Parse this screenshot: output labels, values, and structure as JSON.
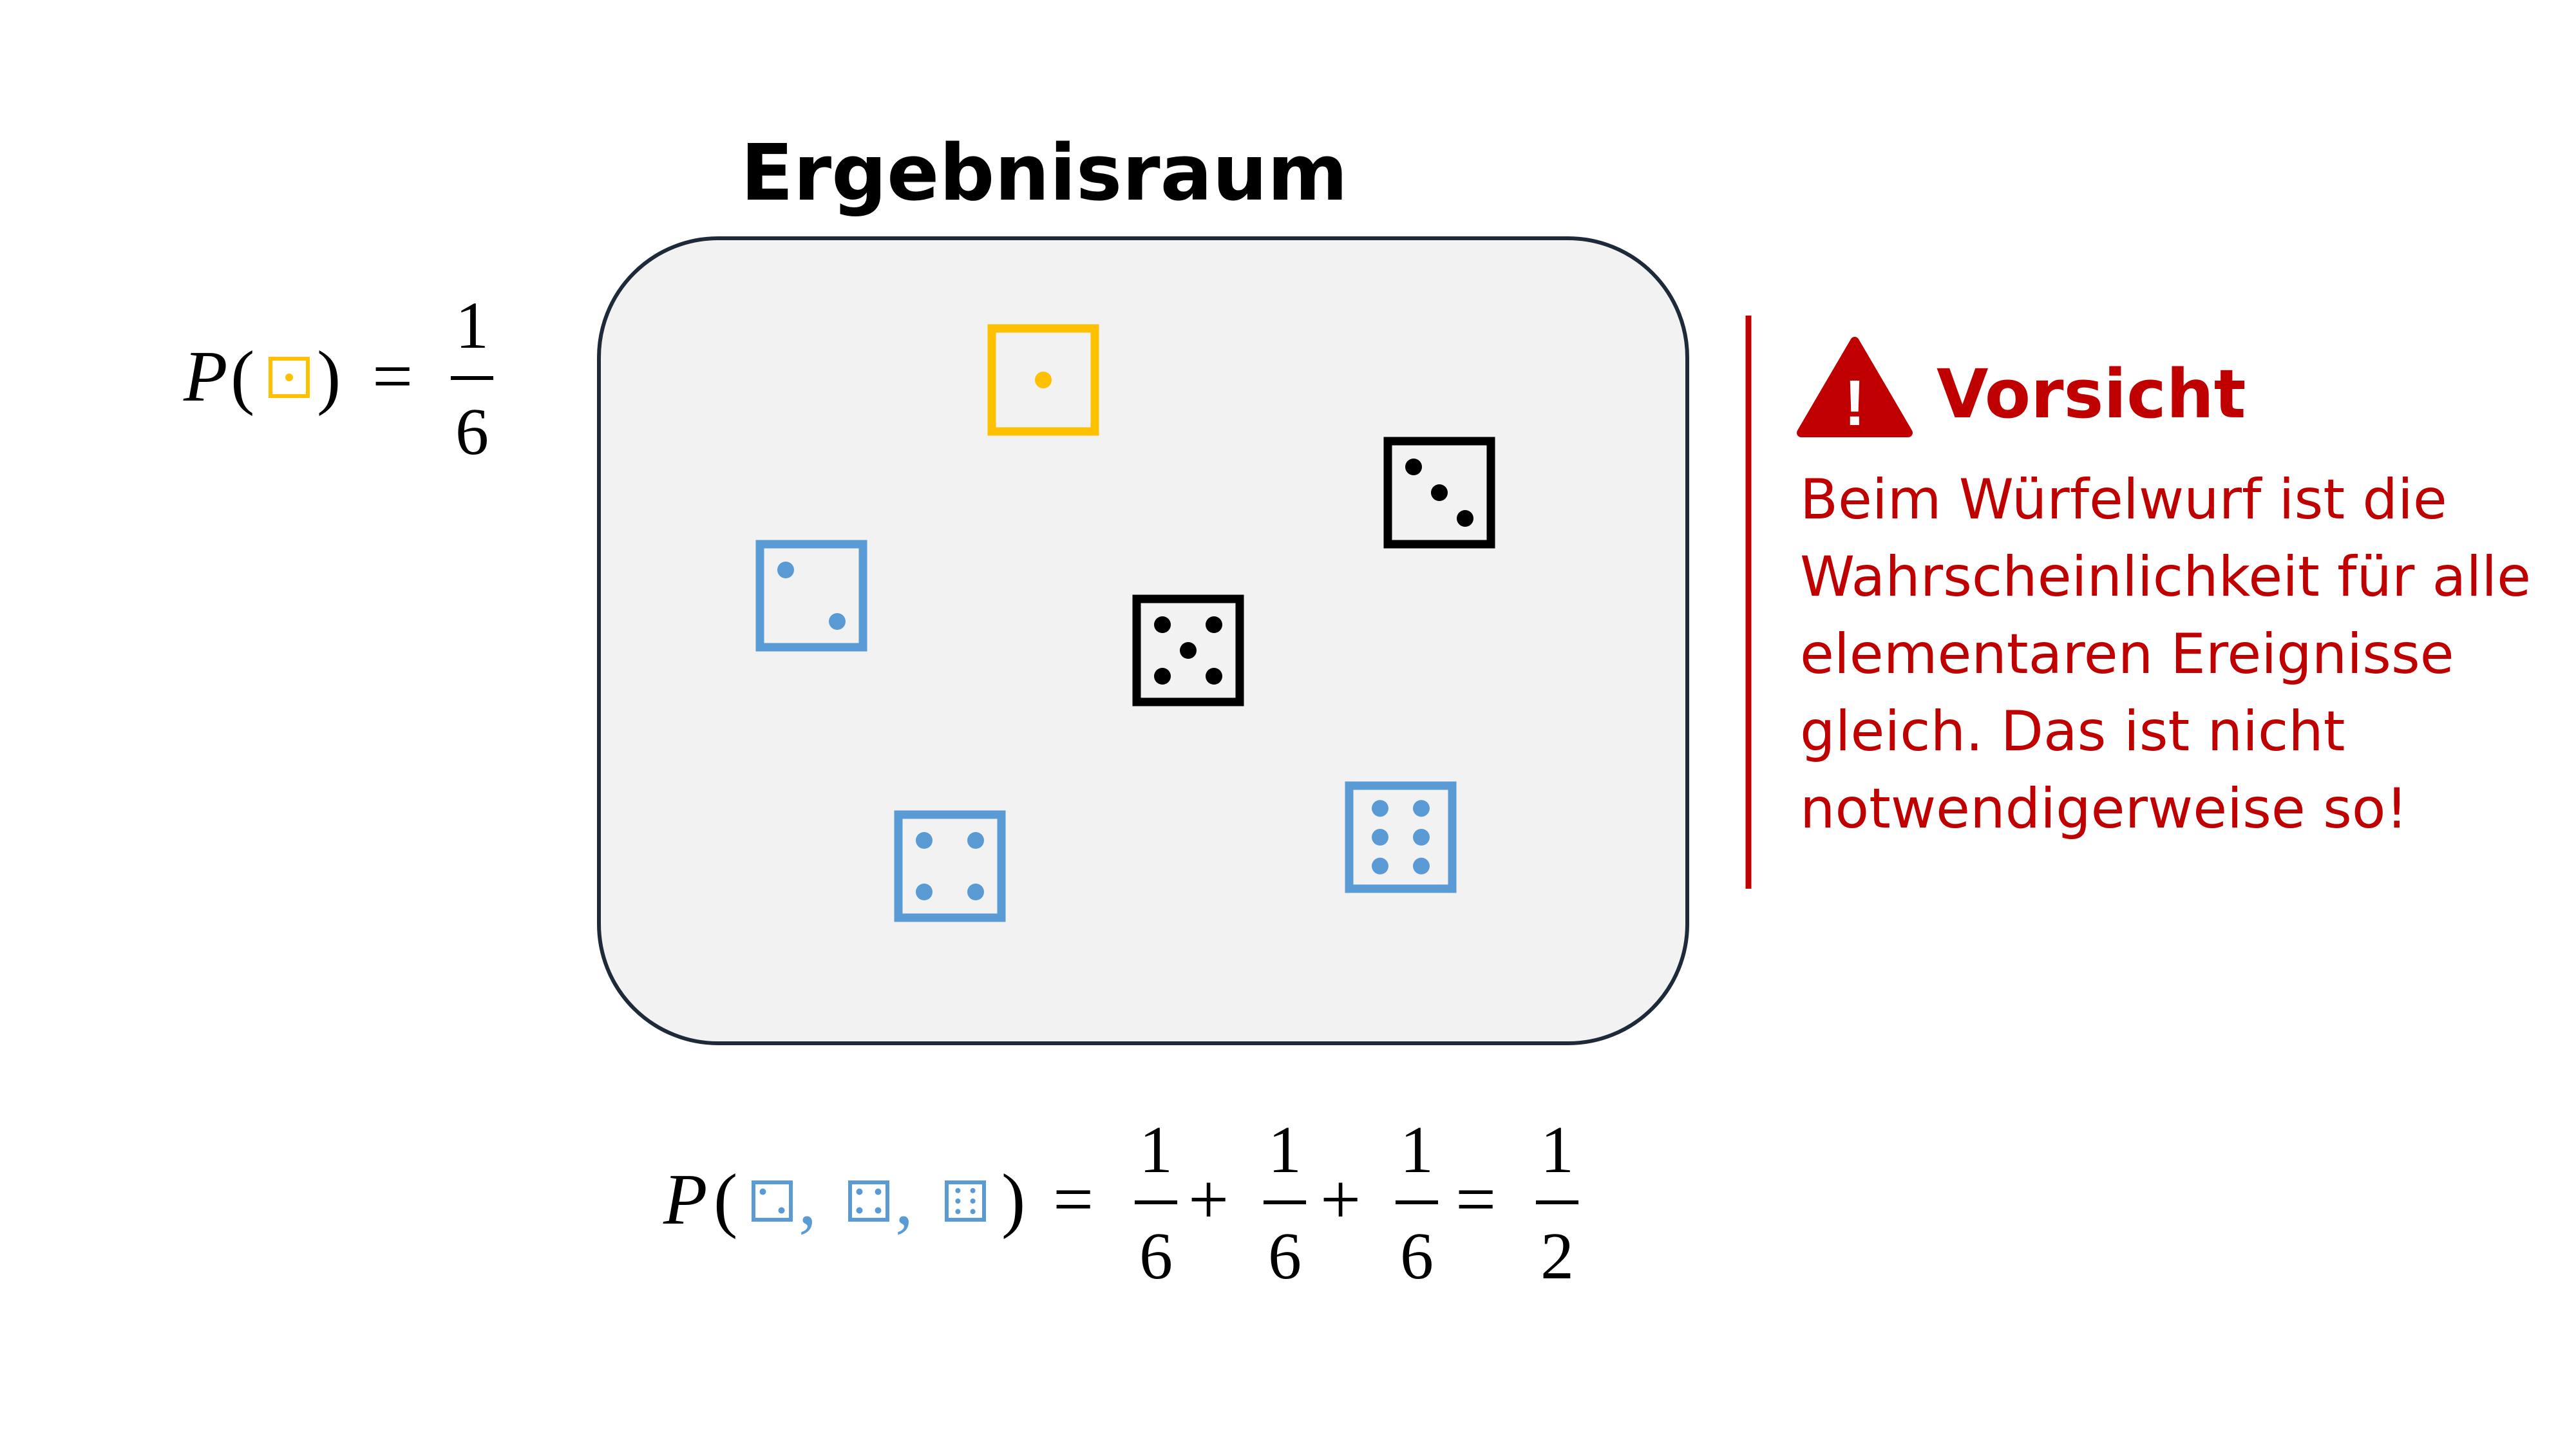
{
  "title": "Ergebnisraum",
  "colors": {
    "yellow": "#FFC000",
    "blue": "#5B9BD5",
    "black": "#000000",
    "red": "#C00000",
    "box_fill": "#F2F2F2",
    "box_stroke": "#1E2A3A"
  },
  "sample_space": {
    "dice": [
      {
        "pips": 1,
        "color": "yellow"
      },
      {
        "pips": 3,
        "color": "black"
      },
      {
        "pips": 2,
        "color": "blue"
      },
      {
        "pips": 5,
        "color": "black"
      },
      {
        "pips": 4,
        "color": "blue"
      },
      {
        "pips": 6,
        "color": "blue"
      }
    ]
  },
  "formula_single": {
    "p": "P",
    "open": "(",
    "close": ")",
    "eq": "=",
    "num": "1",
    "den": "6"
  },
  "formula_sum": {
    "p": "P",
    "open": "(",
    "comma": ",",
    "close": ")",
    "eq": "=",
    "plus": "+",
    "num": "1",
    "den": "6",
    "result_num": "1",
    "result_den": "2"
  },
  "warning": {
    "icon": "warning-triangle-icon",
    "mark": "!",
    "title": "Vorsicht",
    "lines": [
      "Beim Würfelwurf ist die",
      "Wahrscheinlichkeit für alle",
      "elementaren Ereignisse",
      "gleich. Das ist nicht",
      "notwendigerweise so!"
    ]
  }
}
